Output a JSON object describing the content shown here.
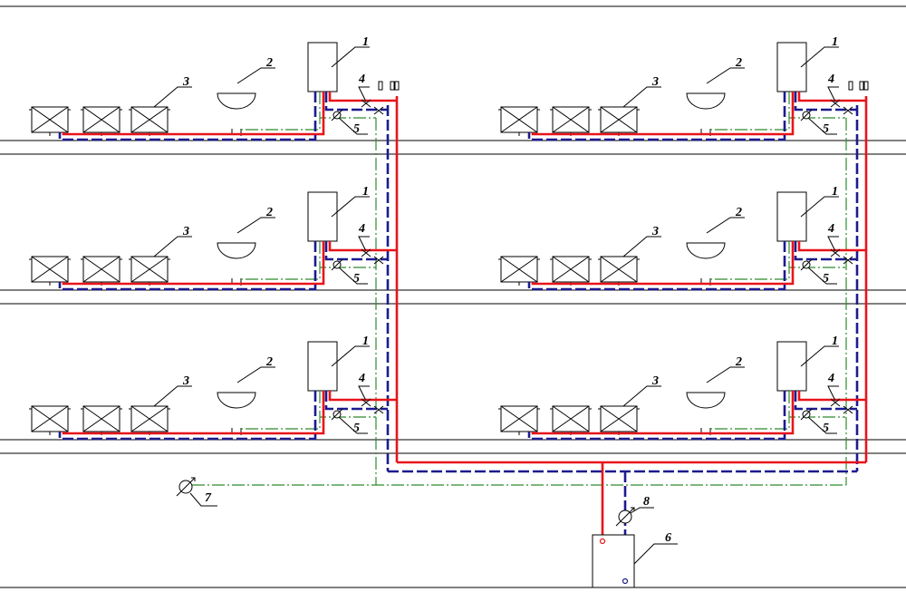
{
  "legend": {
    "boiler": "1",
    "sink": "2",
    "radiator": "3",
    "valve": "4",
    "gas_valve": "5",
    "boiler_room": "6",
    "gas_meter": "7",
    "heat_meter": "8"
  },
  "colors": {
    "supply": "#e8141a",
    "return": "#1b1b8f",
    "gas": "#2e8b2e",
    "outline": "#000000"
  },
  "icons": {
    "radiator": "cross-box-icon",
    "sink": "bowl-icon",
    "meter": "circle-slash-icon"
  }
}
